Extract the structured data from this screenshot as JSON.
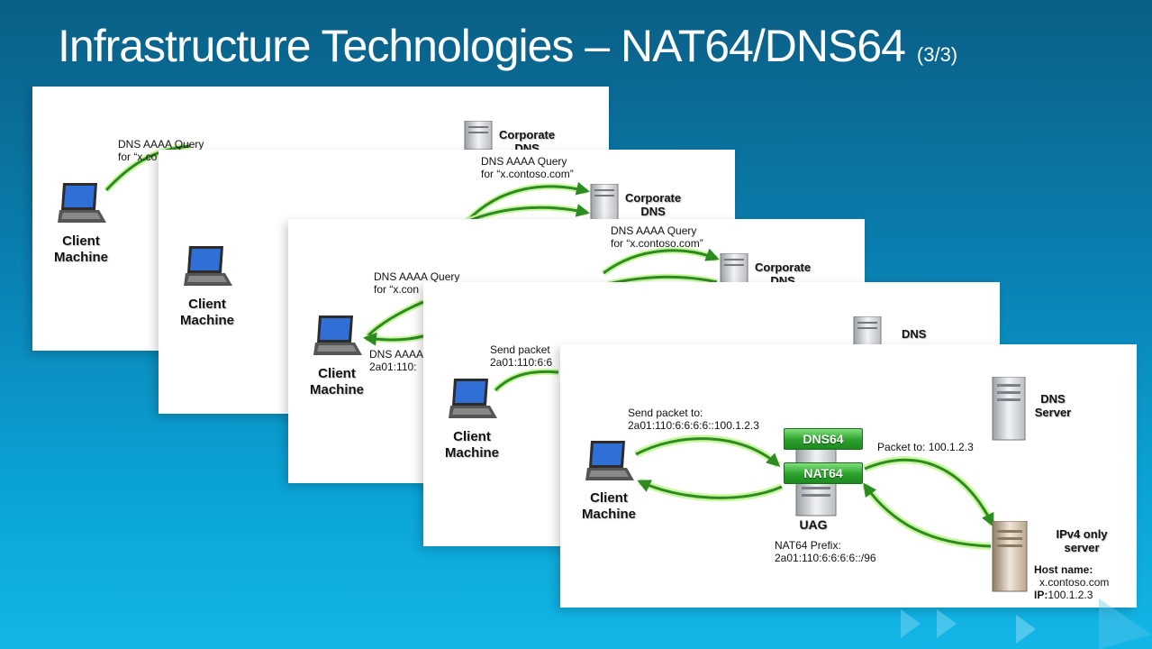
{
  "slide": {
    "title": "Infrastructure Technologies – NAT64/DNS64",
    "subtitle": "(3/3)"
  },
  "panels": {
    "p1": {
      "query_line1": "DNS AAAA Query",
      "query_line2": "for “x.co",
      "client_line1": "Client",
      "client_line2": "Machine",
      "dns_line1": "Corporate",
      "dns_line2": "DNS"
    },
    "p2": {
      "query_line1": "DNS AAAA Query",
      "query_line2": "for “x.contoso.com”",
      "client_line1": "Client",
      "client_line2": "Machine",
      "dns_line1": "Corporate",
      "dns_line2": "DNS"
    },
    "p3": {
      "query_line1": "DNS AAAA Query",
      "query_line2": "for “x.contoso.com”",
      "query_b_line1": "DNS AAAA Query",
      "query_b_line2": "for “x.con",
      "reply_line1": "DNS AAAA",
      "reply_line2": "2a01:110:",
      "client_line1": "Client",
      "client_line2": "Machine",
      "dns_line1": "Corporate",
      "dns_line2": "DNS"
    },
    "p4": {
      "send_line1": "Send packet",
      "send_line2": "2a01:110:6:6",
      "client_line1": "Client",
      "client_line2": "Machine",
      "dns_line1": "DNS"
    },
    "p5": {
      "send_line1": "Send packet to:",
      "send_line2": "2a01:110:6:6:6:6::100.1.2.3",
      "client_line1": "Client",
      "client_line2": "Machine",
      "dns64": "DNS64",
      "nat64": "NAT64",
      "uag": "UAG",
      "prefix_line1": "NAT64 Prefix:",
      "prefix_line2": "2a01:110:6:6:6:6::/96",
      "packet_to": "Packet to:  100.1.2.3",
      "dns_line1": "DNS",
      "dns_line2": "Server",
      "ipv4_line1": "IPv4 only",
      "ipv4_line2": "server",
      "hostname_label": "Host name:",
      "hostname_value": "x.contoso.com",
      "ip_label": "IP:",
      "ip_value": "100.1.2.3"
    }
  },
  "colors": {
    "arrow_green": "#2e8b22",
    "arrow_glow": "#c8f7a0",
    "title_text": "#ffffff"
  }
}
